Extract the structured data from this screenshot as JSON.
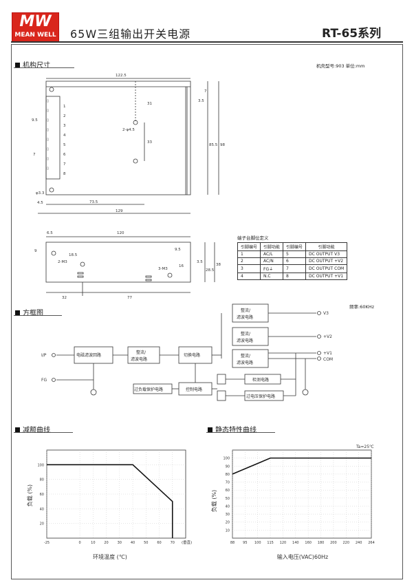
{
  "header": {
    "logo_line1": "MW",
    "logo_line2": "MEAN WELL",
    "title": "65W三组输出开关电源",
    "model": "RT-65系列"
  },
  "mech": {
    "section_label": "机构尺寸",
    "case_note": "机壳型号:903 单位:mm",
    "top_dims": {
      "d122_5": "122.5",
      "d7": "7",
      "d3_5": "3.5",
      "d31": "31",
      "d2_445": "2-φ4.5",
      "d33": "33",
      "d85_5": "85.5",
      "d98": "98",
      "d73_5": "73.5",
      "d129": "129",
      "d4_5": "4.5",
      "d3_3": "φ3.3",
      "d9_5": "9.5",
      "d7b": "7"
    },
    "terminal_numbers": [
      "1",
      "2",
      "3",
      "4",
      "5",
      "6",
      "7",
      "8"
    ],
    "side_dims": {
      "d6_5": "6.5",
      "d120": "120",
      "d9": "9",
      "d18_5": "18.5",
      "d9_5": "9.5",
      "d2m3": "2-M3",
      "dM3": "3-M3",
      "d16": "16",
      "d3_5": "3.5",
      "d28_5": "28.5",
      "d38": "38",
      "d32": "32",
      "d77": "77"
    }
  },
  "pin_table": {
    "caption": "端子台脚位定义",
    "headers": [
      "引脚编号",
      "引脚功能",
      "引脚编号",
      "引脚功能"
    ],
    "rows": [
      [
        "1",
        "AC/L",
        "5",
        "DC OUTPUT V3"
      ],
      [
        "2",
        "AC/N",
        "6",
        "DC OUTPUT +V2"
      ],
      [
        "3",
        "FG⏚",
        "7",
        "DC OUTPUT COM"
      ],
      [
        "4",
        "N.C",
        "8",
        "DC OUTPUT +V1"
      ]
    ]
  },
  "block": {
    "section_label": "方框图",
    "freq_note": "频率:60KHz",
    "ip": "I/P",
    "fg": "FG",
    "emi": "电磁滤波回路",
    "rect1": "整流/",
    "rect1b": "滤波电路",
    "switch": "切换电路",
    "ov_protect": "过负载保护电路",
    "control": "控制电路",
    "detect": "检测电路",
    "ovp": "过电压保护电路",
    "out_rect": "整流/",
    "out_rect_b": "滤波电路",
    "outputs": [
      "V3",
      "+V2",
      "+V1",
      "COM"
    ]
  },
  "derating": {
    "section_label": "减额曲线",
    "ylabel": "负载 (%)",
    "xlabel": "环境温度 (℃)",
    "x_unit": "(垂直)"
  },
  "static": {
    "section_label": "静态特性曲线",
    "ylabel": "负载 (%)",
    "xlabel": "输入电压(VAC)60Hz",
    "ta_note": "Ta=25℃"
  },
  "chart_data": [
    {
      "type": "line",
      "title": "减额曲线",
      "xlabel": "环境温度 (℃)",
      "ylabel": "负载 (%)",
      "x_ticks": [
        "-25",
        "0",
        "10",
        "20",
        "30",
        "40",
        "50",
        "60",
        "70"
      ],
      "y_ticks": [
        "20",
        "40",
        "60",
        "80",
        "100"
      ],
      "xlim": [
        -25,
        80
      ],
      "ylim": [
        0,
        120
      ],
      "series": [
        {
          "x": [
            -25,
            40,
            70,
            70
          ],
          "y": [
            100,
            100,
            50,
            0
          ]
        }
      ]
    },
    {
      "type": "line",
      "title": "静态特性曲线",
      "xlabel": "输入电压(VAC)60Hz",
      "ylabel": "负载 (%)",
      "x_ticks": [
        "88",
        "95",
        "100",
        "115",
        "120",
        "140",
        "160",
        "180",
        "200",
        "220",
        "240",
        "264"
      ],
      "y_ticks": [
        "10",
        "20",
        "30",
        "40",
        "50",
        "60",
        "70",
        "80",
        "90",
        "100"
      ],
      "ylim": [
        0,
        110
      ],
      "series": [
        {
          "x": [
            88,
            115,
            264
          ],
          "y": [
            80,
            100,
            100
          ]
        }
      ]
    }
  ]
}
